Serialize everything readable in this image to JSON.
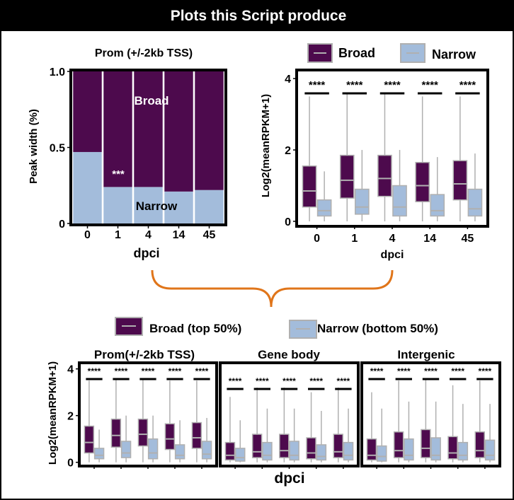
{
  "header": {
    "title": "Plots this Script produce"
  },
  "colors": {
    "broad": "#4d0a4d",
    "narrow": "#a3bcdb",
    "bracket": "#e0751a",
    "outline": "#000000",
    "whisker": "#b0b0b0"
  },
  "chart_data": [
    {
      "type": "bar",
      "stacked": true,
      "title": "Prom (+/-2kb TSS)",
      "xlabel": "dpci",
      "ylabel": "Peak width (%)",
      "categories": [
        "0",
        "1",
        "4",
        "14",
        "45"
      ],
      "ylim": [
        0,
        1.0
      ],
      "yticks": [
        "0",
        "0.5",
        "1.0"
      ],
      "series": [
        {
          "name": "Narrow",
          "values": [
            0.47,
            0.24,
            0.24,
            0.21,
            0.22
          ]
        },
        {
          "name": "Broad",
          "values": [
            0.53,
            0.76,
            0.76,
            0.79,
            0.78
          ]
        }
      ],
      "annotations": {
        "broad_label": "Broad",
        "narrow_label": "Narrow",
        "significance": "***"
      }
    },
    {
      "type": "box",
      "xlabel": "dpci",
      "ylabel": "Log2(meanRPKM+1)",
      "categories": [
        "0",
        "1",
        "4",
        "14",
        "45"
      ],
      "ylim": [
        -0.1,
        4.2
      ],
      "yticks": [
        "0",
        "2",
        "4"
      ],
      "legend": [
        "Broad",
        "Narrow"
      ],
      "significance": "****",
      "series": [
        {
          "name": "Broad",
          "boxes": [
            {
              "min": 0,
              "q1": 0.4,
              "median": 0.85,
              "q3": 1.55,
              "max": 3.5
            },
            {
              "min": 0,
              "q1": 0.65,
              "median": 1.15,
              "q3": 1.85,
              "max": 3.6
            },
            {
              "min": 0,
              "q1": 0.7,
              "median": 1.2,
              "q3": 1.85,
              "max": 3.6
            },
            {
              "min": 0,
              "q1": 0.55,
              "median": 1.0,
              "q3": 1.65,
              "max": 3.5
            },
            {
              "min": 0,
              "q1": 0.6,
              "median": 1.05,
              "q3": 1.7,
              "max": 3.5
            }
          ]
        },
        {
          "name": "Narrow",
          "boxes": [
            {
              "min": 0,
              "q1": 0.15,
              "median": 0.3,
              "q3": 0.6,
              "max": 1.4
            },
            {
              "min": 0,
              "q1": 0.2,
              "median": 0.4,
              "q3": 0.9,
              "max": 2.0
            },
            {
              "min": 0,
              "q1": 0.15,
              "median": 0.4,
              "q3": 1.0,
              "max": 2.0
            },
            {
              "min": 0,
              "q1": 0.15,
              "median": 0.3,
              "q3": 0.75,
              "max": 1.8
            },
            {
              "min": 0,
              "q1": 0.15,
              "median": 0.35,
              "q3": 0.9,
              "max": 1.9
            }
          ]
        }
      ]
    },
    {
      "type": "box",
      "panels": [
        "Prom(+/-2kb TSS)",
        "Gene body",
        "Intergenic"
      ],
      "xlabel": "dpci",
      "ylabel": "Log2(meanRPKM+1)",
      "categories": [
        "0",
        "1",
        "4",
        "14",
        "45"
      ],
      "ylim": [
        -0.1,
        4.2
      ],
      "yticks": [
        "0",
        "2",
        "4"
      ],
      "legend": [
        "Broad (top 50%)",
        "Narrow (bottom 50%)"
      ],
      "significance": "****",
      "series": [
        {
          "panel": "Prom(+/-2kb TSS)",
          "name": "Broad",
          "boxes": [
            {
              "min": 0,
              "q1": 0.4,
              "median": 0.85,
              "q3": 1.55,
              "max": 3.5
            },
            {
              "min": 0,
              "q1": 0.65,
              "median": 1.15,
              "q3": 1.85,
              "max": 3.6
            },
            {
              "min": 0,
              "q1": 0.7,
              "median": 1.2,
              "q3": 1.85,
              "max": 3.6
            },
            {
              "min": 0,
              "q1": 0.55,
              "median": 1.0,
              "q3": 1.65,
              "max": 3.5
            },
            {
              "min": 0,
              "q1": 0.6,
              "median": 1.05,
              "q3": 1.7,
              "max": 3.5
            }
          ]
        },
        {
          "panel": "Prom(+/-2kb TSS)",
          "name": "Narrow",
          "boxes": [
            {
              "min": 0,
              "q1": 0.15,
              "median": 0.3,
              "q3": 0.6,
              "max": 1.4
            },
            {
              "min": 0,
              "q1": 0.2,
              "median": 0.4,
              "q3": 0.9,
              "max": 2.0
            },
            {
              "min": 0,
              "q1": 0.15,
              "median": 0.4,
              "q3": 1.0,
              "max": 2.0
            },
            {
              "min": 0,
              "q1": 0.15,
              "median": 0.3,
              "q3": 0.75,
              "max": 1.8
            },
            {
              "min": 0,
              "q1": 0.15,
              "median": 0.35,
              "q3": 0.9,
              "max": 1.9
            }
          ]
        },
        {
          "panel": "Gene body",
          "name": "Broad",
          "boxes": [
            {
              "min": 0,
              "q1": 0.1,
              "median": 0.3,
              "q3": 0.85,
              "max": 2.8
            },
            {
              "min": 0,
              "q1": 0.2,
              "median": 0.45,
              "q3": 1.2,
              "max": 3.2
            },
            {
              "min": 0,
              "q1": 0.2,
              "median": 0.5,
              "q3": 1.2,
              "max": 3.2
            },
            {
              "min": 0,
              "q1": 0.15,
              "median": 0.4,
              "q3": 1.05,
              "max": 3.0
            },
            {
              "min": 0,
              "q1": 0.2,
              "median": 0.45,
              "q3": 1.2,
              "max": 3.2
            }
          ]
        },
        {
          "panel": "Gene body",
          "name": "Narrow",
          "boxes": [
            {
              "min": 0,
              "q1": 0.05,
              "median": 0.2,
              "q3": 0.6,
              "max": 1.8
            },
            {
              "min": 0,
              "q1": 0.1,
              "median": 0.3,
              "q3": 0.85,
              "max": 2.3
            },
            {
              "min": 0,
              "q1": 0.1,
              "median": 0.3,
              "q3": 0.9,
              "max": 2.3
            },
            {
              "min": 0,
              "q1": 0.1,
              "median": 0.25,
              "q3": 0.75,
              "max": 2.2
            },
            {
              "min": 0,
              "q1": 0.1,
              "median": 0.3,
              "q3": 0.85,
              "max": 2.3
            }
          ]
        },
        {
          "panel": "Intergenic",
          "name": "Broad",
          "boxes": [
            {
              "min": 0,
              "q1": 0.1,
              "median": 0.3,
              "q3": 1.0,
              "max": 3.0
            },
            {
              "min": 0,
              "q1": 0.2,
              "median": 0.5,
              "q3": 1.3,
              "max": 3.5
            },
            {
              "min": 0,
              "q1": 0.2,
              "median": 0.6,
              "q3": 1.4,
              "max": 3.6
            },
            {
              "min": 0,
              "q1": 0.15,
              "median": 0.4,
              "q3": 1.1,
              "max": 3.3
            },
            {
              "min": 0,
              "q1": 0.2,
              "median": 0.5,
              "q3": 1.3,
              "max": 3.5
            }
          ]
        },
        {
          "panel": "Intergenic",
          "name": "Narrow",
          "boxes": [
            {
              "min": 0,
              "q1": 0.05,
              "median": 0.25,
              "q3": 0.7,
              "max": 2.3
            },
            {
              "min": 0,
              "q1": 0.1,
              "median": 0.3,
              "q3": 1.0,
              "max": 2.6
            },
            {
              "min": 0,
              "q1": 0.1,
              "median": 0.3,
              "q3": 1.05,
              "max": 2.6
            },
            {
              "min": 0,
              "q1": 0.1,
              "median": 0.3,
              "q3": 0.85,
              "max": 2.5
            },
            {
              "min": 0,
              "q1": 0.1,
              "median": 0.3,
              "q3": 0.95,
              "max": 2.5
            }
          ]
        }
      ]
    }
  ]
}
